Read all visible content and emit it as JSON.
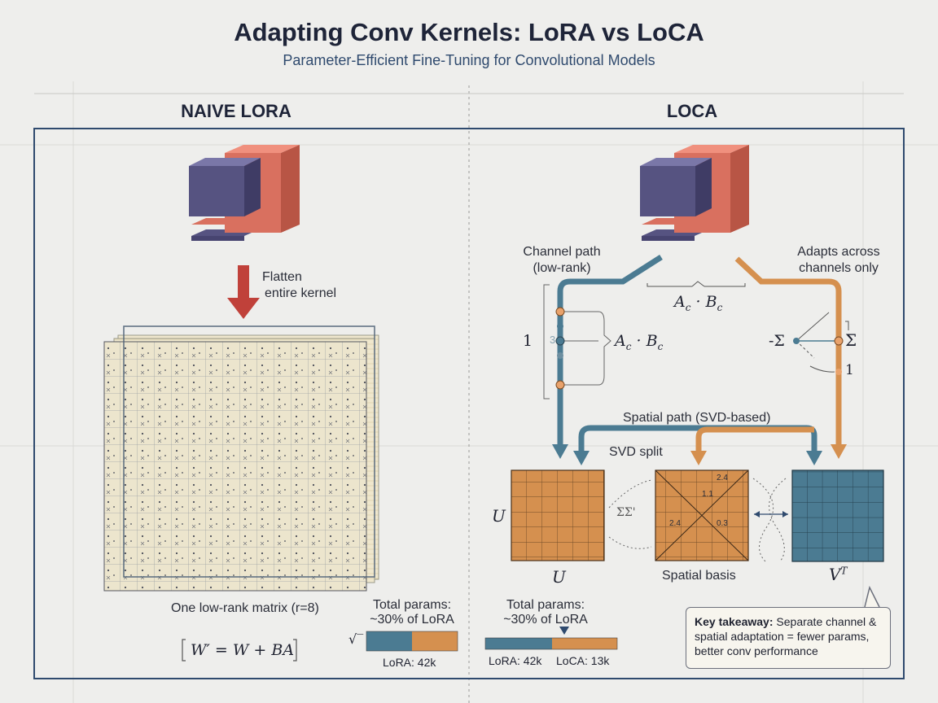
{
  "title": "Adapting Conv Kernels: LoRA vs LoCA",
  "subtitle": "Parameter-Efficient Fine-Tuning for Convolutional Models",
  "left": {
    "heading": "NAIVE LORA",
    "flatten_label_1": "Flatten",
    "flatten_label_2": "entire kernel",
    "matrix_caption": "One low-rank matrix (r=8)",
    "formula": "W′ = W + BA",
    "params_label_1": "Total params:",
    "params_label_2": "~30% of LoRA",
    "bar_label": "LoRA: 42k",
    "sqrt_glyph": "√‾"
  },
  "right": {
    "heading": "LOCA",
    "channel_path_1": "Channel path",
    "channel_path_2": "(low-rank)",
    "adapts_1": "Adapts across",
    "adapts_2": "channels only",
    "ac_bc_top": "A_c · B_c",
    "ac_bc_left": "A_c · B_c",
    "brace_one_left": "1",
    "brace_three": "3",
    "sigma_left": "-Σ",
    "sigma_right": "Σ",
    "right_one": "1",
    "spatial_path": "Spatial path (SVD-based)",
    "svd_split": "SVD split",
    "u_side": "U",
    "u_below": "U",
    "spatial_basis": "Spatial basis",
    "vt_label": "V",
    "vt_sup": "T",
    "squiggle": "ƩΣ'",
    "cells": {
      "c1": "2.4",
      "c2": "1.1",
      "c3": "2.4",
      "c4": "0.3"
    },
    "params_label_1": "Total params:",
    "params_label_2": "~30% of LoRA",
    "bar_lora": "LoRA: 42k",
    "bar_loca": "LoCA: 13k",
    "takeaway_bold": "Key takeaway:",
    "takeaway_text": "Separate channel & spatial adaptation = fewer params, better conv performance"
  },
  "colors": {
    "purple": "#565381",
    "coral": "#d9705f",
    "orange": "#d5904f",
    "teal": "#4b7b92",
    "red_arrow": "#c0413a",
    "frame": "#2f4a6e",
    "matrix_paper": "#ece5cd"
  },
  "icons": [
    "down-arrow-icon",
    "right-bracket-icon",
    "caret-icon",
    "bidirectional-arrow-icon"
  ]
}
